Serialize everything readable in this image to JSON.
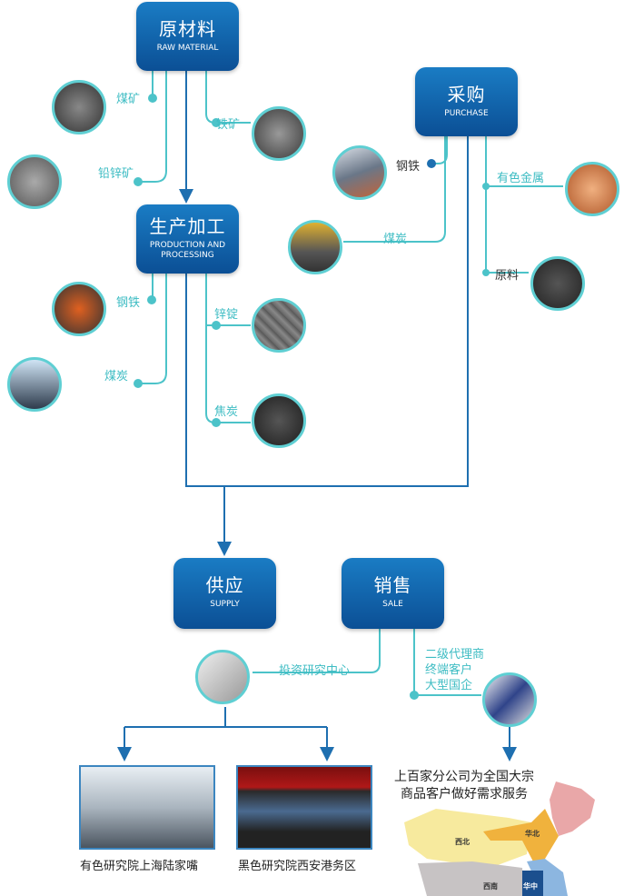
{
  "boxes": {
    "raw": {
      "zh": "原材料",
      "en": "RAW MATERIAL"
    },
    "purchase": {
      "zh": "采购",
      "en": "PURCHASE"
    },
    "production": {
      "zh": "生产加工",
      "en": "PRODUCTION AND PROCESSING"
    },
    "supply": {
      "zh": "供应",
      "en": "SUPPLY"
    },
    "sale": {
      "zh": "销售",
      "en": "SALE"
    }
  },
  "raw_items": [
    "煤矿",
    "铅锌矿",
    "铁矿"
  ],
  "purchase_items": [
    "钢铁",
    "煤炭",
    "有色金属",
    "原料"
  ],
  "production_items": [
    "钢铁",
    "煤炭",
    "锌锭",
    "焦炭"
  ],
  "supply": {
    "center": "投资研究中心"
  },
  "sale": {
    "customers": [
      "二级代理商",
      "终端客户",
      "大型国企"
    ]
  },
  "captions": [
    "有色研究院上海陆家嘴",
    "黑色研究院西安港务区"
  ],
  "map": {
    "line1": "上百家分公司为全国大宗",
    "line2": "商品客户做好需求服务",
    "regions": [
      "西北",
      "华北",
      "西南",
      "华中"
    ]
  },
  "colors": {
    "box": "#0f5fa8",
    "teal": "#4cc3c9",
    "blue_line": "#1e6fb0"
  }
}
